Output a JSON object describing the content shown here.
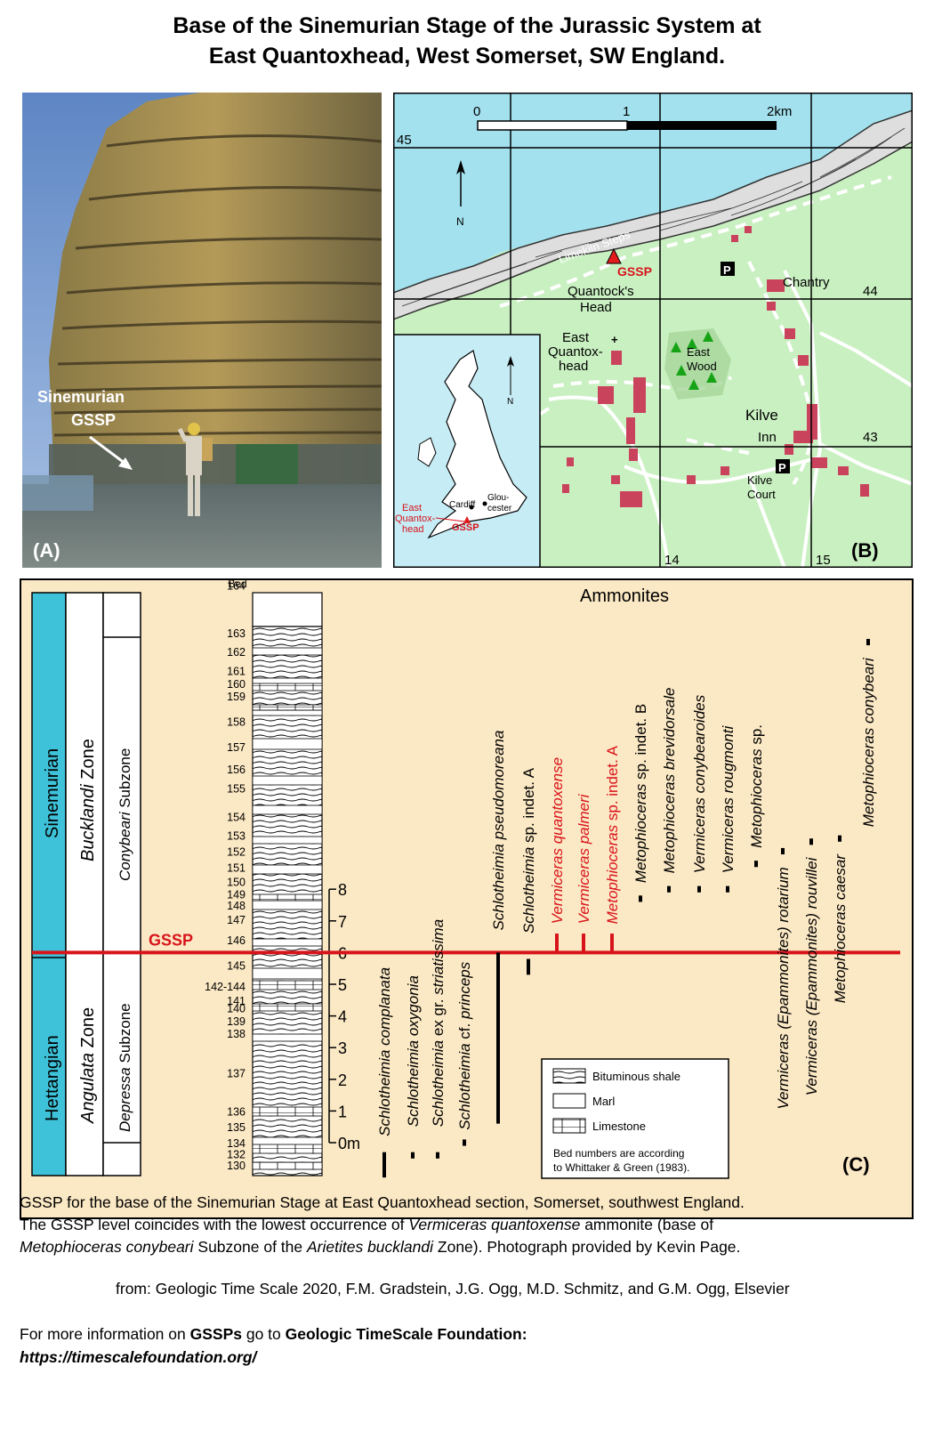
{
  "title": {
    "line1": "Base of the Sinemurian Stage of the Jurassic System at",
    "line2": "East Quantoxhead, West Somerset, SW England."
  },
  "photo": {
    "label": "(A)",
    "gssp_line1": "Sinemurian",
    "gssp_line2": "GSSP"
  },
  "map": {
    "label": "(B)",
    "scale": [
      "0",
      "1",
      "2km"
    ],
    "north": "N",
    "grid": {
      "n45": "45",
      "n44": "44",
      "n43": "43",
      "e14": "14",
      "e15": "15"
    },
    "places": {
      "limekiln": "Limekiln Steps",
      "gssp": "GSSP",
      "quantocks1": "Quantock's",
      "quantocks2": "Head",
      "chantry": "Chantry",
      "eq1": "East",
      "eq2": "Quantox-",
      "eq3": "head",
      "wood1": "East",
      "wood2": "Wood",
      "kilve": "Kilve",
      "inn": "Inn",
      "court1": "Kilve",
      "court2": "Court",
      "parking": "P"
    },
    "inset": {
      "north": "N",
      "cardiff": "Cardiff",
      "glou1": "Glou-",
      "glou2": "cester",
      "eq1": "East",
      "eq2": "Quantox-",
      "eq3": "head",
      "gssp": "GSSP"
    }
  },
  "chart_data": {
    "type": "diagram",
    "label": "(C)",
    "stages": [
      {
        "name": "Sinemurian",
        "from": 6,
        "to": 17.6
      },
      {
        "name": "Hettangian",
        "from": -1.2,
        "to": 6
      }
    ],
    "zones": [
      {
        "name": "Bucklandi",
        "suffix": " Zone",
        "from": 6,
        "to": 17.6
      },
      {
        "name": "Angulata",
        "suffix": " Zone",
        "from": -1.2,
        "to": 6
      }
    ],
    "subzones": [
      {
        "name": "Conybeari",
        "suffix": " Subzone",
        "from": 6,
        "to": 16.3
      },
      {
        "name": "Depressa",
        "suffix": " Subzone",
        "from": 0,
        "to": 6
      }
    ],
    "gssp_label": "GSSP",
    "gssp_level_m": 6,
    "bed_header": "Bed",
    "depth_ticks": [
      "0m",
      "1",
      "2",
      "3",
      "4",
      "5",
      "6",
      "7",
      "8"
    ],
    "beds": [
      {
        "label": "164",
        "pos": 17.6
      },
      {
        "label": "163",
        "pos": 16.1
      },
      {
        "label": "162",
        "pos": 15.5
      },
      {
        "label": "161",
        "pos": 14.9
      },
      {
        "label": "160",
        "pos": 14.5
      },
      {
        "label": "159",
        "pos": 14.1
      },
      {
        "label": "158",
        "pos": 13.3
      },
      {
        "label": "157",
        "pos": 12.5
      },
      {
        "label": "156",
        "pos": 11.8
      },
      {
        "label": "155",
        "pos": 11.2
      },
      {
        "label": "154",
        "pos": 10.3
      },
      {
        "label": "153",
        "pos": 9.7
      },
      {
        "label": "152",
        "pos": 9.2
      },
      {
        "label": "151",
        "pos": 8.7
      },
      {
        "label": "150",
        "pos": 8.25
      },
      {
        "label": "149",
        "pos": 7.85
      },
      {
        "label": "148",
        "pos": 7.5
      },
      {
        "label": "147",
        "pos": 7.05
      },
      {
        "label": "146",
        "pos": 6.4
      },
      {
        "label": "145",
        "pos": 5.6
      },
      {
        "label": "142-144",
        "pos": 4.95
      },
      {
        "label": "141",
        "pos": 4.5
      },
      {
        "label": "140",
        "pos": 4.25
      },
      {
        "label": "139",
        "pos": 3.85
      },
      {
        "label": "138",
        "pos": 3.45
      },
      {
        "label": "137",
        "pos": 2.2
      },
      {
        "label": "136",
        "pos": 1.0
      },
      {
        "label": "135",
        "pos": 0.5
      },
      {
        "label": "134",
        "pos": 0.0
      },
      {
        "label": "132",
        "pos": -0.35
      },
      {
        "label": "130",
        "pos": -0.7
      }
    ],
    "header": "Ammonites",
    "ammonites": [
      {
        "parts": [
          {
            "t": "Schlotheimia complanata",
            "i": true
          }
        ],
        "color": "#000",
        "from": -1.1,
        "to": -0.3,
        "label_base": 0.2
      },
      {
        "parts": [
          {
            "t": "Schlotheimia oxygonia",
            "i": true
          }
        ],
        "color": "#000",
        "from": -0.5,
        "to": -0.3,
        "label_base": 0.5
      },
      {
        "parts": [
          {
            "t": "Schlotheimia",
            "i": true
          },
          {
            "t": " ex gr. ",
            "i": false
          },
          {
            "t": "striatissima",
            "i": true
          }
        ],
        "color": "#000",
        "from": -0.5,
        "to": -0.3,
        "label_base": 0.5
      },
      {
        "parts": [
          {
            "t": "Schlotheimia",
            "i": true
          },
          {
            "t": " cf. ",
            "i": false
          },
          {
            "t": "princeps",
            "i": true
          }
        ],
        "color": "#000",
        "from": -0.1,
        "to": 0.1,
        "label_base": 0.4
      },
      {
        "parts": [
          {
            "t": "Schlotheimia pseudomoreana",
            "i": true
          }
        ],
        "color": "#000",
        "from": 0.6,
        "to": 6.0,
        "label_base": 6.7
      },
      {
        "parts": [
          {
            "t": "Schlotheimia",
            "i": true
          },
          {
            "t": " sp. indet. A",
            "i": false
          }
        ],
        "color": "#000",
        "from": 5.3,
        "to": 5.8,
        "label_base": 6.6
      },
      {
        "parts": [
          {
            "t": "Vermiceras quantoxense",
            "i": true
          }
        ],
        "color": "#d8141b",
        "from": 6.0,
        "to": 6.6,
        "label_base": 6.9
      },
      {
        "parts": [
          {
            "t": "Vermiceras palmeri",
            "i": true
          }
        ],
        "color": "#d8141b",
        "from": 6.0,
        "to": 6.6,
        "label_base": 6.9
      },
      {
        "parts": [
          {
            "t": "Metophioceras",
            "i": true
          },
          {
            "t": " sp. indet. A",
            "i": false
          }
        ],
        "color": "#d8141b",
        "from": 6.0,
        "to": 6.6,
        "label_base": 6.9
      },
      {
        "parts": [
          {
            "t": "Metophioceras",
            "i": true
          },
          {
            "t": " sp. indet. B",
            "i": false
          }
        ],
        "color": "#000",
        "from": 7.6,
        "to": 7.8,
        "label_base": 8.2
      },
      {
        "parts": [
          {
            "t": "Metophioceras brevidorsale",
            "i": true
          }
        ],
        "color": "#000",
        "from": 7.9,
        "to": 8.1,
        "label_base": 8.5
      },
      {
        "parts": [
          {
            "t": "Vermiceras conybearoides",
            "i": true
          }
        ],
        "color": "#000",
        "from": 7.9,
        "to": 8.1,
        "label_base": 8.5
      },
      {
        "parts": [
          {
            "t": "Vermiceras rougmonti",
            "i": true
          }
        ],
        "color": "#000",
        "from": 7.9,
        "to": 8.1,
        "label_base": 8.5
      },
      {
        "parts": [
          {
            "t": "Metophioceras",
            "i": true
          },
          {
            "t": " sp.",
            "i": false
          }
        ],
        "color": "#000",
        "from": 8.7,
        "to": 8.9,
        "label_base": 9.3
      },
      {
        "parts": [
          {
            "t": "Vermiceras (Epammonites) rotarium",
            "i": true
          }
        ],
        "color": "#000",
        "from": 9.1,
        "to": 9.3,
        "label_base": 8.7,
        "below": true
      },
      {
        "parts": [
          {
            "t": "Vermiceras (Epammonites) rouvillei",
            "i": true
          }
        ],
        "color": "#000",
        "from": 9.4,
        "to": 9.6,
        "label_base": 9.0,
        "below": true
      },
      {
        "parts": [
          {
            "t": "Metophioceras caesar",
            "i": true
          }
        ],
        "color": "#000",
        "from": 9.5,
        "to": 9.7,
        "label_base": 9.1,
        "below": true
      },
      {
        "parts": [
          {
            "t": "Metophioceras conybeari",
            "i": true
          }
        ],
        "color": "#000",
        "from": 15.7,
        "to": 15.9,
        "label_base": 15.3,
        "below": true
      }
    ],
    "legend": {
      "items": [
        "Bituminous shale",
        "Marl",
        "Limestone"
      ],
      "note1": "Bed numbers are according",
      "note2": "to Whittaker & Green (1983)."
    }
  },
  "caption": {
    "l1": "GSSP for the base of the Sinemurian Stage at East Quantoxhead section, Somerset, southwest England.",
    "l2a": "The GSSP level coincides with the lowest occurrence of ",
    "l2b": "Vermiceras quantoxense",
    "l2c": " ammonite (base of",
    "l3a": "Metophioceras conybeari",
    "l3b": " Subzone of the ",
    "l3c": "Arietites bucklandi",
    "l3d": " Zone). Photograph provided by Kevin Page."
  },
  "source": "from: Geologic Time Scale 2020, F.M. Gradstein, J.G. Ogg, M.D. Schmitz, and G.M. Ogg, Elsevier",
  "info": {
    "a": "For more information on ",
    "b": "GSSPs",
    "c": " go to ",
    "d": "Geologic TimeScale Foundation:",
    "url": "https://timescalefoundation.org/"
  },
  "colors": {
    "panel_bg": "#fbe8c4",
    "stage_cyan": "#3ec2d9",
    "gssp_red": "#d8141b",
    "sea": "#a3e1ee",
    "land": "#c9f0c1",
    "village": "#c9435d"
  }
}
